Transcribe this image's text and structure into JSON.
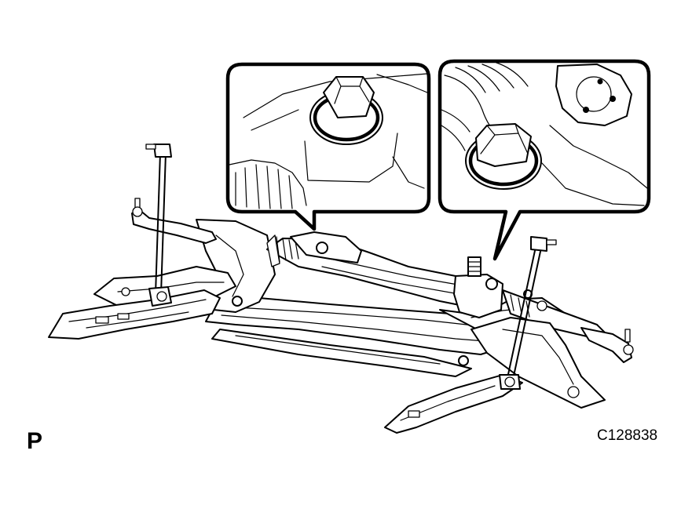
{
  "diagram": {
    "view_mark": "P",
    "figure_code": "C128838",
    "parts": [
      "front-suspension-crossmember",
      "steering-gear-assembly",
      "left-stabilizer-link",
      "right-stabilizer-link",
      "left-lower-arm",
      "right-lower-arm",
      "left-tie-rod-end",
      "right-tie-rod-end",
      "steering-gear-mounting-bolt-left",
      "steering-gear-mounting-bolt-right"
    ],
    "callouts": [
      {
        "name": "detail-callout-left-bolt"
      },
      {
        "name": "detail-callout-right-bolt"
      }
    ]
  }
}
